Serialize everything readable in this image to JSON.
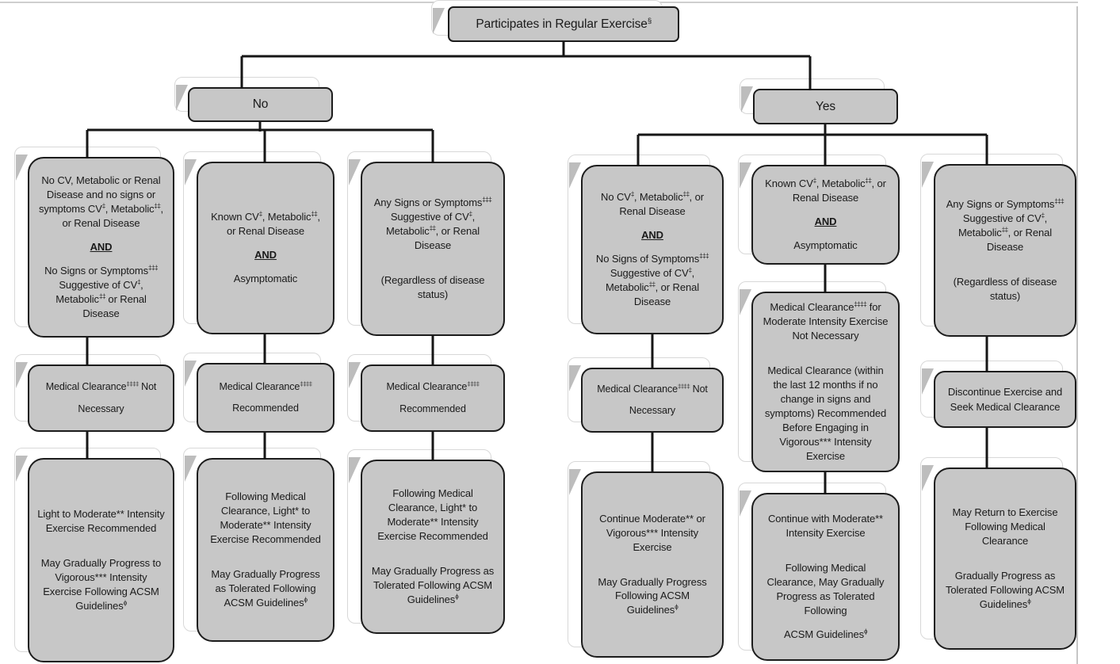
{
  "figure": {
    "kind": "decision-flowchart",
    "root_label": "Participates in Regular Exercise^{§}"
  },
  "colors": {
    "box_fill": "#c7c7c7",
    "box_border": "#1c1c1c",
    "connector": "#161616",
    "ghost_fill": "#ffffff",
    "ghost_border": "#d8d8d8",
    "text": "#1a1a1a"
  },
  "nodes": {
    "root": {
      "paras": [
        "Participates in Regular Exercise^{§}"
      ]
    },
    "no": {
      "paras": [
        "No"
      ]
    },
    "yes": {
      "paras": [
        "Yes"
      ]
    },
    "c1r1": {
      "paras": [
        "No CV, Metabolic or Renal Disease and no signs or symptoms CV^{‡}, Metabolic^{‡‡}, or Renal Disease",
        {
          "text": "AND",
          "style": "and"
        },
        "No Signs or Symptoms^{‡‡‡} Suggestive of CV^{‡}, Metabolic^{‡‡} or Renal Disease"
      ]
    },
    "c2r1": {
      "paras": [
        "Known CV^{‡}, Metabolic^{‡‡}, or Renal Disease",
        {
          "text": "AND",
          "style": "and"
        },
        "Asymptomatic"
      ]
    },
    "c3r1": {
      "paras": [
        "Any Signs or Symptoms^{‡‡‡} Suggestive of CV^{‡}, Metabolic^{‡‡}, or Renal Disease",
        "(Regardless of disease status)"
      ]
    },
    "c4r1": {
      "paras": [
        "No CV^{‡}, Metabolic^{‡‡}, or Renal Disease",
        {
          "text": "AND",
          "style": "and"
        },
        "No Signs of Symptoms^{‡‡‡} Suggestive of CV^{‡}, Metabolic^{‡‡}, or Renal Disease"
      ]
    },
    "c5r1": {
      "paras": [
        "Known CV^{‡}, Metabolic^{‡‡}, or Renal Disease",
        {
          "text": "AND",
          "style": "and"
        },
        "Asymptomatic"
      ]
    },
    "c6r1": {
      "paras": [
        "Any Signs or Symptoms^{‡‡‡} Suggestive of CV^{‡}, Metabolic^{‡‡}, or Renal Disease",
        "(Regardless of disease status)"
      ]
    },
    "c1r2": {
      "paras": [
        "Medical Clearance^{‡‡‡‡} Not Necessary"
      ]
    },
    "c2r2": {
      "paras": [
        "Medical Clearance^{‡‡‡‡} Recommended"
      ]
    },
    "c3r2": {
      "paras": [
        "Medical Clearance^{‡‡‡‡} Recommended"
      ]
    },
    "c4r2": {
      "paras": [
        "Medical Clearance^{‡‡‡‡} Not Necessary"
      ]
    },
    "c5r2": {
      "paras": [
        "Medical Clearance^{‡‡‡‡} for Moderate Intensity Exercise Not Necessary",
        "Medical Clearance (within the last 12 months if no change in signs and symptoms) Recommended Before Engaging in Vigorous*** Intensity Exercise"
      ]
    },
    "c6r2": {
      "paras": [
        "Discontinue Exercise and Seek Medical Clearance"
      ]
    },
    "c1r3": {
      "paras": [
        "Light to Moderate** Intensity Exercise Recommended",
        "May Gradually Progress to Vigorous*** Intensity Exercise Following ACSM Guidelines^{ϕ}"
      ]
    },
    "c2r3": {
      "paras": [
        "Following Medical Clearance, Light* to Moderate** Intensity Exercise Recommended",
        "May Gradually Progress as Tolerated Following ACSM Guidelines^{ϕ}"
      ]
    },
    "c3r3": {
      "paras": [
        "Following Medical Clearance, Light* to Moderate** Intensity Exercise Recommended",
        "May Gradually Progress as Tolerated Following ACSM Guidelines^{ϕ}"
      ]
    },
    "c4r3": {
      "paras": [
        "Continue Moderate** or Vigorous*** Intensity Exercise",
        "May Gradually Progress Following ACSM Guidelines^{ϕ}"
      ]
    },
    "c5r3": {
      "paras": [
        "Continue with Moderate** Intensity Exercise",
        "Following Medical Clearance, May Gradually Progress as Tolerated Following",
        {
          "text": "ACSM Guidelines^{ϕ}",
          "style": "tight"
        }
      ]
    },
    "c6r3": {
      "paras": [
        "May Return to Exercise Following Medical Clearance",
        "Gradually Progress as Tolerated Following ACSM Guidelines^{ϕ}"
      ]
    }
  },
  "edges": [
    [
      "root",
      "no"
    ],
    [
      "root",
      "yes"
    ],
    [
      "no",
      "c1r1"
    ],
    [
      "no",
      "c2r1"
    ],
    [
      "no",
      "c3r1"
    ],
    [
      "yes",
      "c4r1"
    ],
    [
      "yes",
      "c5r1"
    ],
    [
      "yes",
      "c6r1"
    ],
    [
      "c1r1",
      "c1r2"
    ],
    [
      "c1r2",
      "c1r3"
    ],
    [
      "c2r1",
      "c2r2"
    ],
    [
      "c2r2",
      "c2r3"
    ],
    [
      "c3r1",
      "c3r2"
    ],
    [
      "c3r2",
      "c3r3"
    ],
    [
      "c4r1",
      "c4r2"
    ],
    [
      "c4r2",
      "c4r3"
    ],
    [
      "c5r1",
      "c5r2"
    ],
    [
      "c5r2",
      "c5r3"
    ],
    [
      "c6r1",
      "c6r2"
    ],
    [
      "c6r2",
      "c6r3"
    ]
  ]
}
